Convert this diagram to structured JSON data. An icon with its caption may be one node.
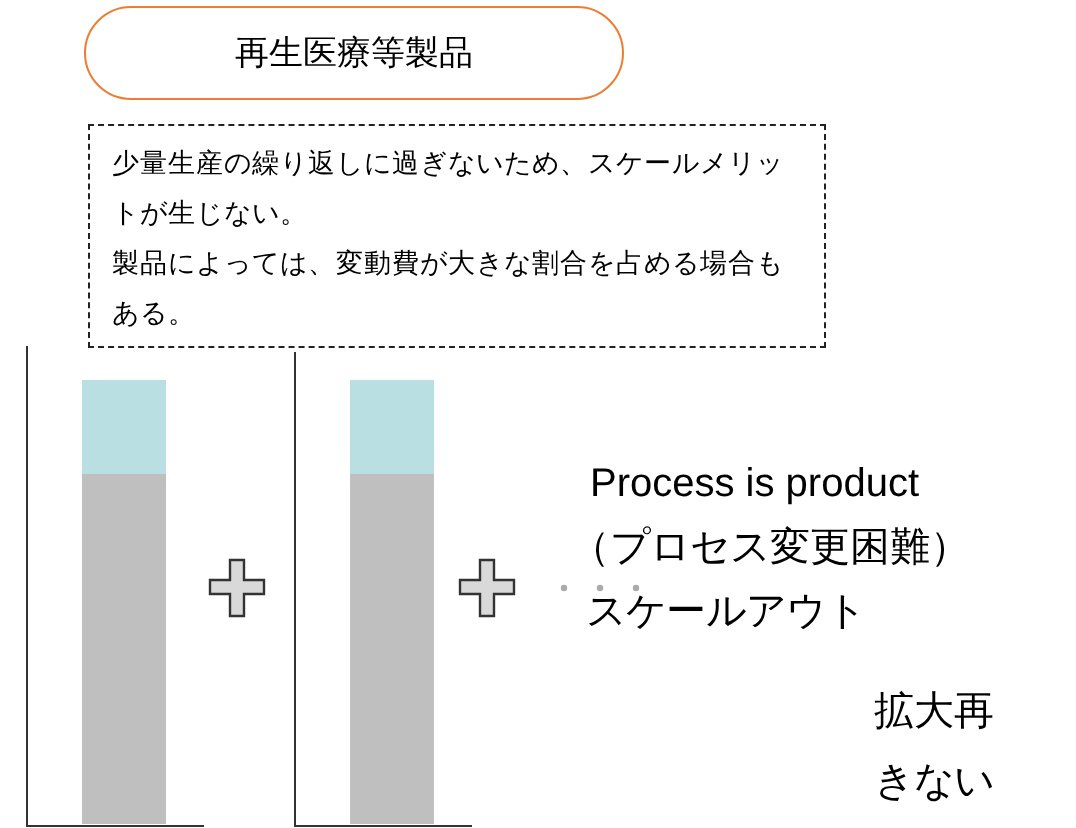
{
  "diagram": {
    "nodes": [
      {
        "text": [
          "再生医療等製品"
        ]
      },
      {
        "text": [
          "少量生産の繰り返しに過ぎないため、スケールメリットが生じない。",
          "製品によっては、変動費が大きな割合を占める場合もある。"
        ]
      }
    ],
    "labels": [
      "Process is product",
      "（プロセス変更困難）",
      "スケールアウト",
      "拡大再",
      "きない"
    ]
  }
}
